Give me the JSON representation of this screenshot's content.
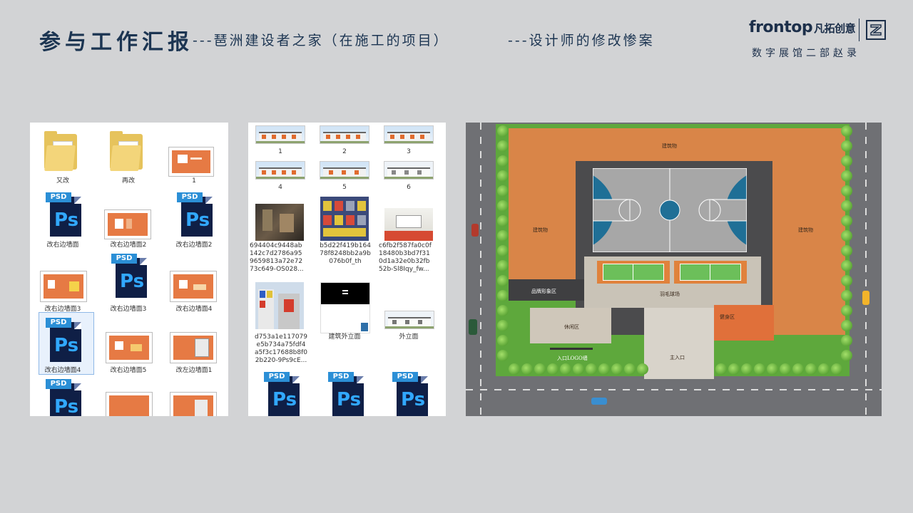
{
  "header": {
    "title": "参与工作汇报",
    "subtitle_1": "---琶洲建设者之家（在施工的项目）",
    "subtitle_2": "---设计师的修改惨案"
  },
  "brand": {
    "logo_text": "frontop",
    "logo_cn": "凡拓创意",
    "dept": "数字展馆二部赵录"
  },
  "panel_left": {
    "items": [
      {
        "label": "又改",
        "icon": "folder-icon"
      },
      {
        "label": "再改",
        "icon": "folder-icon"
      },
      {
        "label": "1",
        "icon": "image-thumbnail"
      },
      {
        "label": "改右边墙面",
        "icon": "psd-file-icon"
      },
      {
        "label": "改右边墙面2",
        "icon": "image-thumbnail"
      },
      {
        "label": "改右边墙面2",
        "icon": "psd-file-icon"
      },
      {
        "label": "改右边墙面3",
        "icon": "image-thumbnail"
      },
      {
        "label": "改右边墙面3",
        "icon": "psd-file-icon"
      },
      {
        "label": "改右边墙面4",
        "icon": "image-thumbnail"
      },
      {
        "label": "改右边墙面4",
        "icon": "psd-file-icon"
      },
      {
        "label": "改右边墙面5",
        "icon": "image-thumbnail"
      },
      {
        "label": "改左边墙面1",
        "icon": "image-thumbnail"
      }
    ],
    "psd_badge": "PSD",
    "ps_glyph": "Ps"
  },
  "panel_middle": {
    "items": [
      {
        "label": "1"
      },
      {
        "label": "2"
      },
      {
        "label": "3"
      },
      {
        "label": "4"
      },
      {
        "label": "5"
      },
      {
        "label": "6"
      },
      {
        "label_lines": [
          "694404c9448ab",
          "142c7d2786a95",
          "9659813a72e72",
          "73c649-OS028..."
        ]
      },
      {
        "label_lines": [
          "b5d22f419b164",
          "78f8248bb2a9b",
          "076b0f_th"
        ]
      },
      {
        "label_lines": [
          "c6fb2f587fa0c0f",
          "18480b3bd7f31",
          "0d1a32e0b32fb",
          "52b-Sl8Iqy_fw..."
        ]
      },
      {
        "label_lines": [
          "d753a1e117079",
          "e5b734a75fdf4",
          "a5f3c17688b8f0",
          "2b220-9Ps9cE..."
        ]
      },
      {
        "label": "建筑外立面"
      },
      {
        "label": "外立面"
      }
    ]
  },
  "site_plan": {
    "labels": {
      "bldg_top": "建筑物",
      "bldg_left": "建筑物",
      "bldg_right": "建筑物",
      "brand_area": "品牌形象区",
      "badminton": "羽毛球场",
      "rest": "休闲区",
      "logo_wall": "入口LOGO墙",
      "entrance": "主入口",
      "fitness": "健身区"
    },
    "colors": {
      "building": "#d98548",
      "grass": "#4f9a33",
      "court_blue": "#1f6f96",
      "court_green": "#6cbf5a"
    }
  }
}
